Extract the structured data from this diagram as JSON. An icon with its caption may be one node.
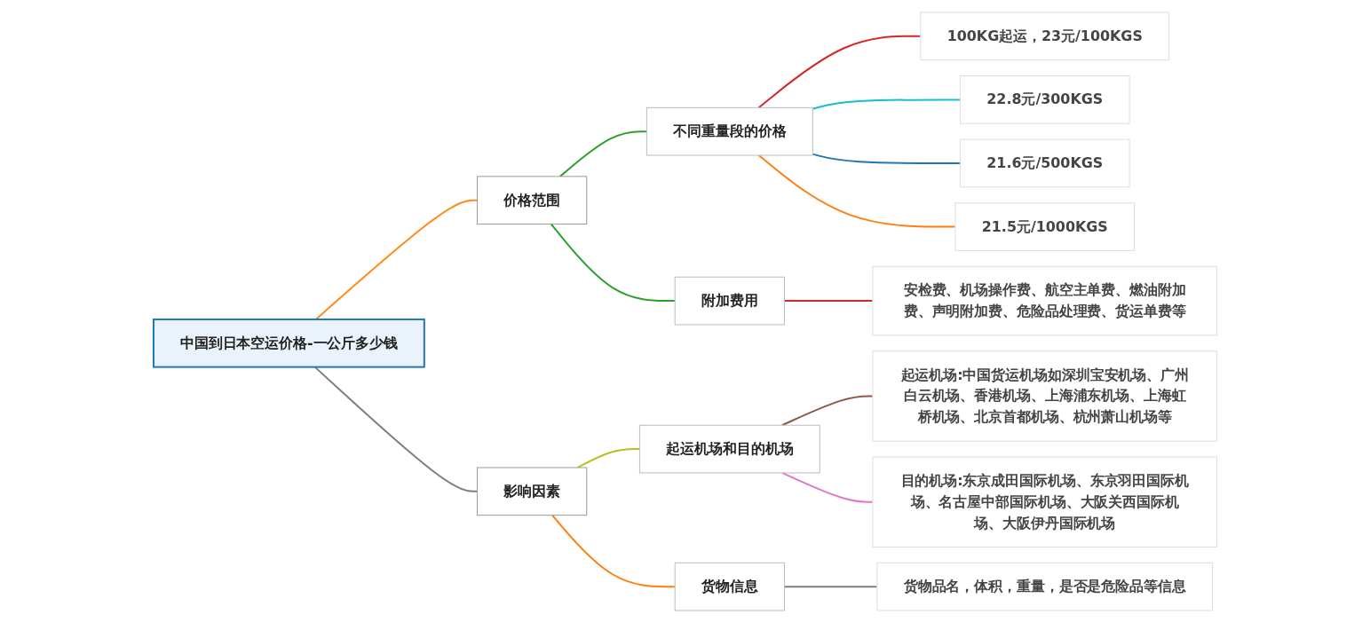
{
  "diagram": {
    "nodes": [
      {
        "text": [
          "中国到日本空运价格-一公斤多少钱"
        ]
      },
      {
        "text": [
          "价格范围"
        ]
      },
      {
        "text": [
          "不同重量段的价格"
        ]
      },
      {
        "text": [
          "100KG起运，23元/100KGS"
        ]
      },
      {
        "text": [
          "22.8元/300KGS"
        ]
      },
      {
        "text": [
          "21.6元/500KGS"
        ]
      },
      {
        "text": [
          "21.5元/1000KGS"
        ]
      },
      {
        "text": [
          "附加费用"
        ]
      },
      {
        "text": [
          "安检费、机场操作费、航空主单费、燃油附加费、声明附加费、危险品处理费、货运单费等"
        ]
      },
      {
        "text": [
          "影响因素"
        ]
      },
      {
        "text": [
          "起运机场和目的机场"
        ]
      },
      {
        "text": [
          "起运机场:中国货运机场如深圳宝安机场、广州白云机场、香港机场、上海浦东机场、上海虹桥机场、北京首都机场、杭州萧山机场等"
        ]
      },
      {
        "text": [
          "目的机场:东京成田国际机场、东京羽田国际机场、名古屋中部国际机场、大阪关西国际机场、大阪伊丹国际机场"
        ]
      },
      {
        "text": [
          "货物信息"
        ]
      },
      {
        "text": [
          "货物品名，体积，重量，是否是危险品等信息"
        ]
      }
    ],
    "edges": [
      {
        "from": 0,
        "to": 1,
        "arrow": "none",
        "color": "#ff8c1a"
      },
      {
        "from": 1,
        "to": 2,
        "arrow": "none",
        "color": "#2ca02c"
      },
      {
        "from": 2,
        "to": 3,
        "arrow": "none",
        "color": "#d62728"
      },
      {
        "from": 2,
        "to": 4,
        "arrow": "none",
        "color": "#17becf"
      },
      {
        "from": 2,
        "to": 5,
        "arrow": "none",
        "color": "#1f77b4"
      },
      {
        "from": 2,
        "to": 6,
        "arrow": "none",
        "color": "#ff7f0e"
      },
      {
        "from": 1,
        "to": 7,
        "arrow": "none",
        "color": "#2ca02c"
      },
      {
        "from": 7,
        "to": 8,
        "arrow": "none",
        "color": "#d62728"
      },
      {
        "from": 0,
        "to": 9,
        "arrow": "none",
        "color": "#7f7f7f"
      },
      {
        "from": 9,
        "to": 10,
        "arrow": "none",
        "color": "#bcbd22"
      },
      {
        "from": 10,
        "to": 11,
        "arrow": "none",
        "color": "#8c564b"
      },
      {
        "from": 10,
        "to": 12,
        "arrow": "none",
        "color": "#e377c2"
      },
      {
        "from": 9,
        "to": 13,
        "arrow": "none",
        "color": "#ff7f0e"
      },
      {
        "from": 13,
        "to": 14,
        "arrow": "none",
        "color": "#7f7f7f"
      }
    ]
  }
}
